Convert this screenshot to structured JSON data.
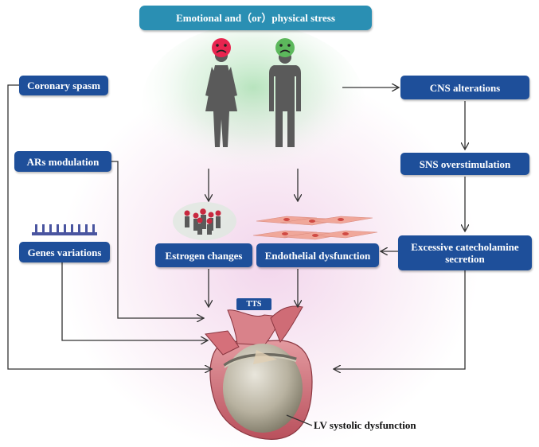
{
  "title": "Emotional and（or）physical stress",
  "left": {
    "coronary_spasm": "Coronary spasm",
    "ars_modulation": "ARs modulation",
    "genes_variations": "Genes variations"
  },
  "right": {
    "cns_alterations": "CNS alterations",
    "sns_overstimulation": "SNS overstimulation",
    "catecholamine_line1": "Excessive catecholamine",
    "catecholamine_line2": "secretion"
  },
  "middle": {
    "estrogen_changes": "Estrogen changes",
    "endothelial_dysfunction": "Endothelial dysfunction"
  },
  "tts": "TTS",
  "lv_label": "LV systolic dysfunction",
  "colors": {
    "box": "#1e4f9a",
    "title_box": "#2a8fb3",
    "sad_face": "#e8244f",
    "sad_face_green": "#5cb85c",
    "figure": "#5a5a5a",
    "heart_tissue": "#c9606a"
  }
}
